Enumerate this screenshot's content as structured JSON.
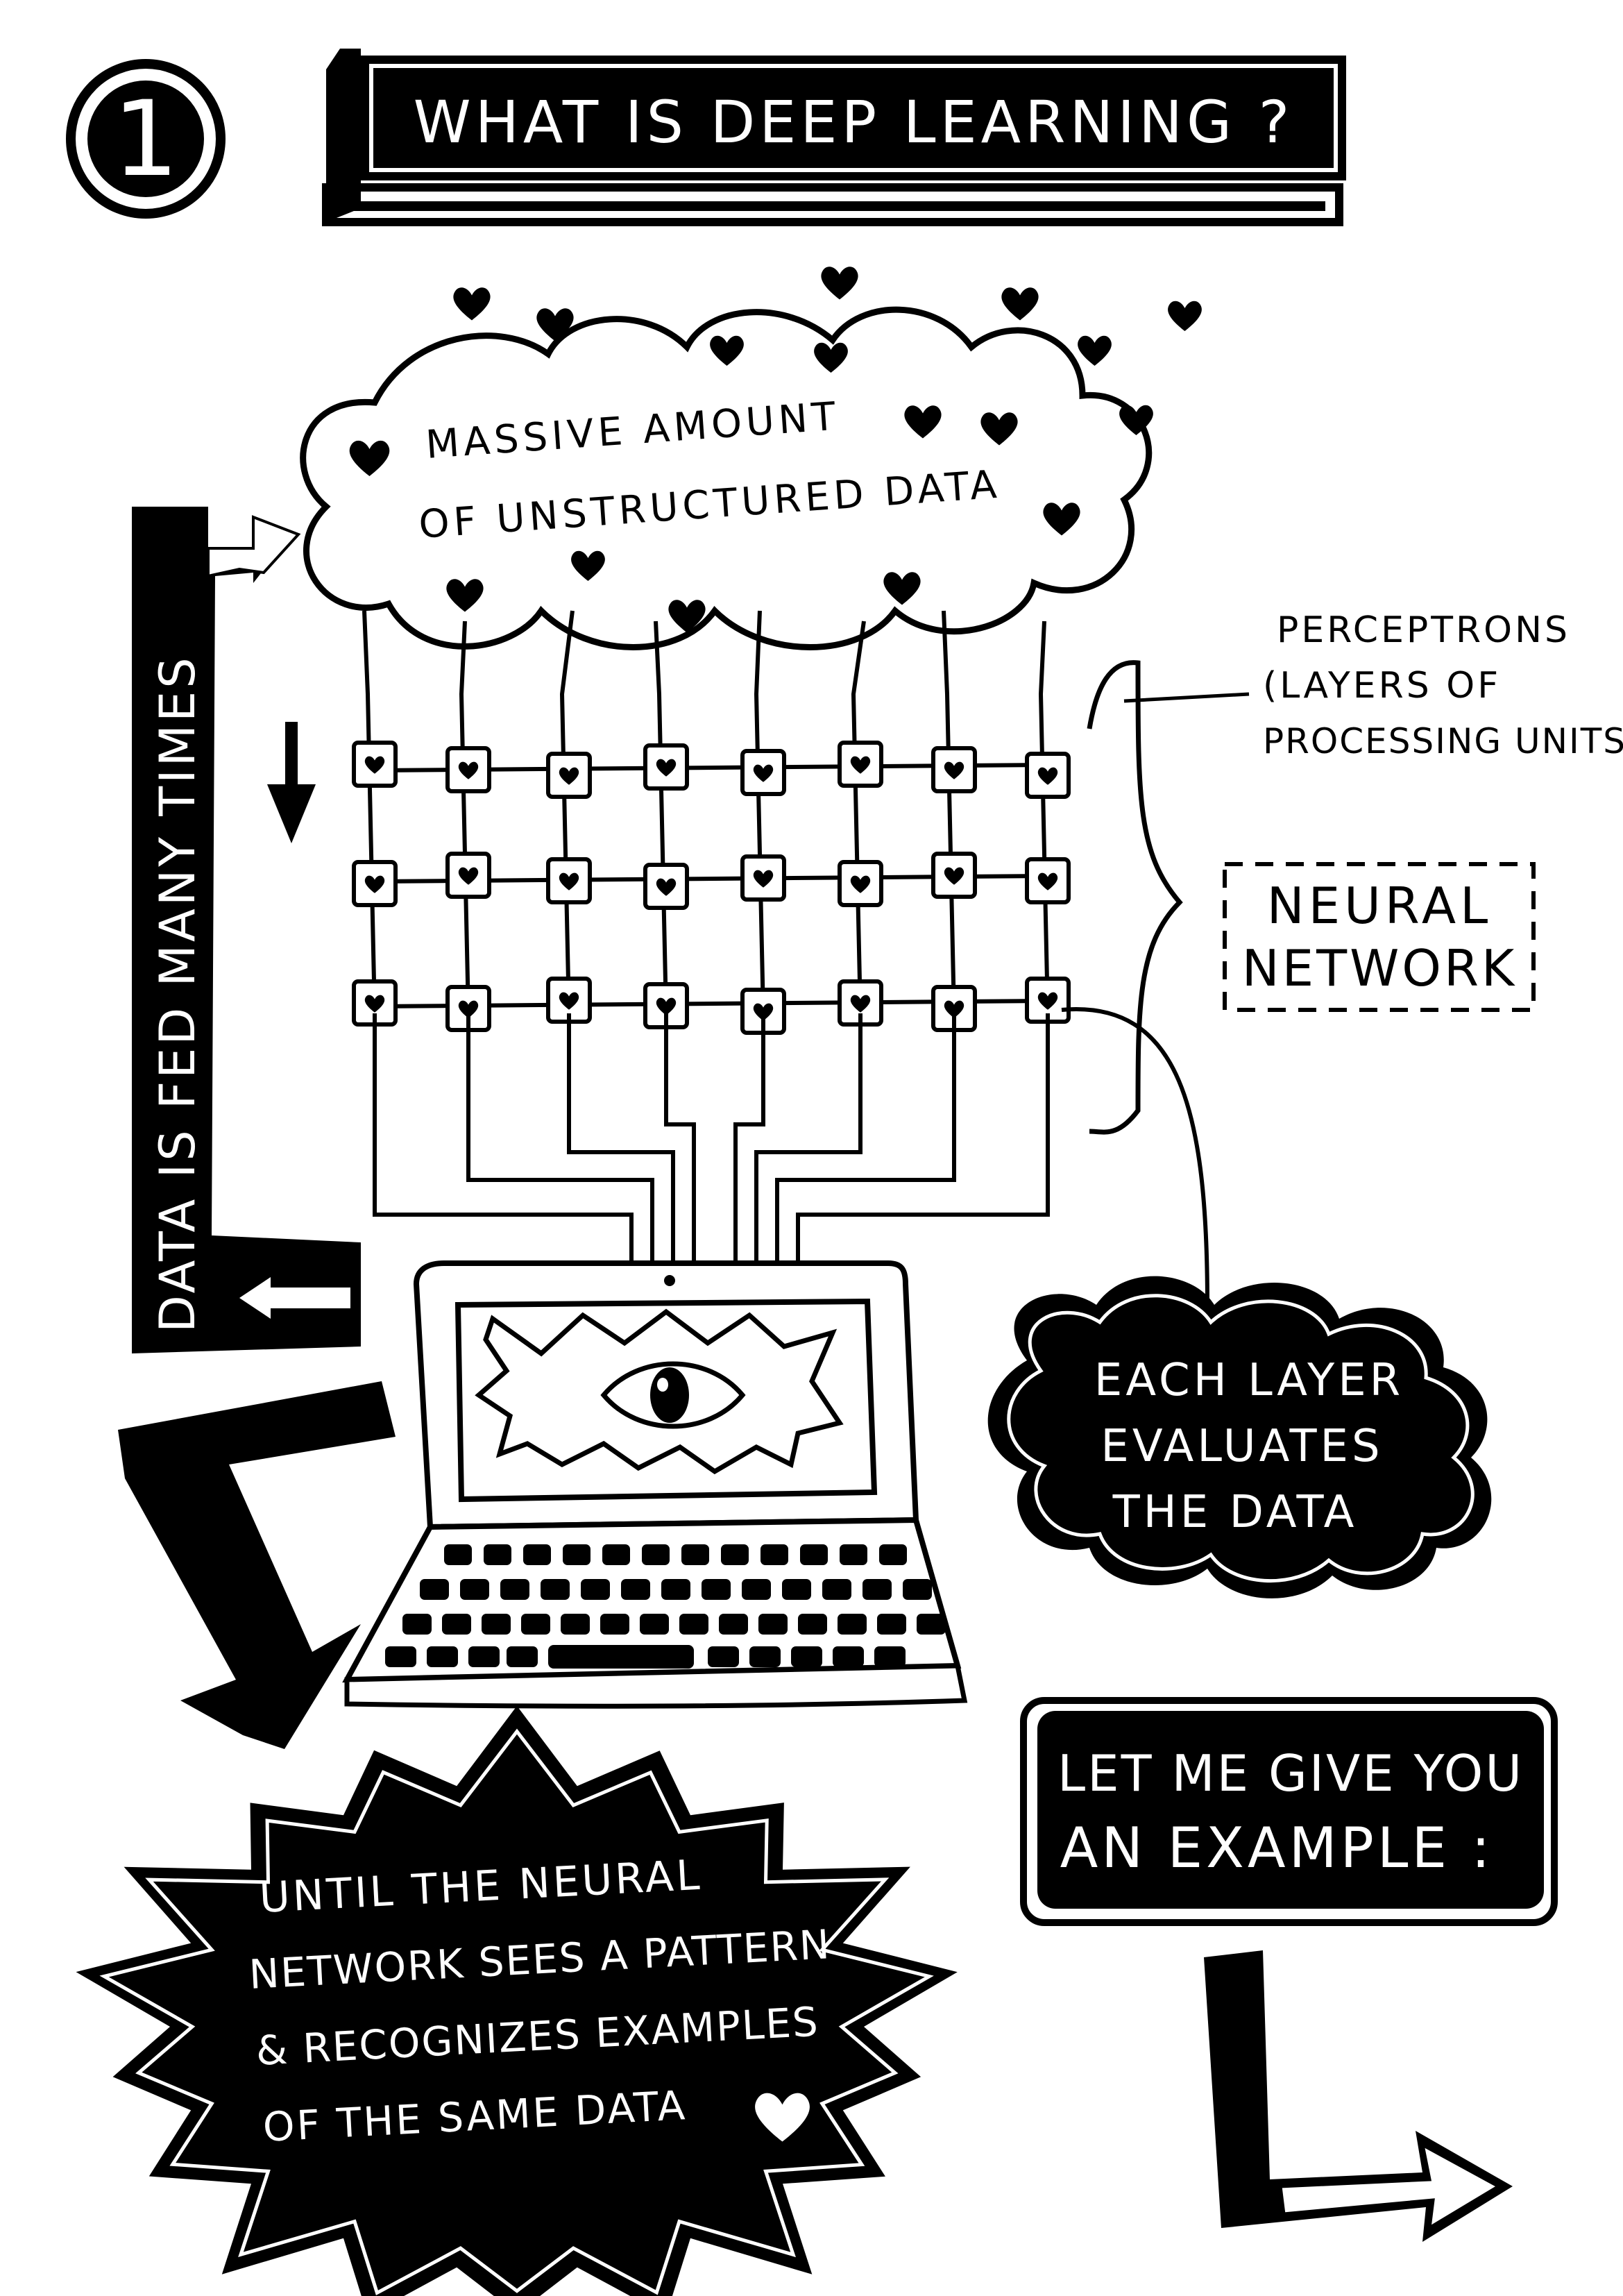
{
  "page": {
    "number": "1",
    "title": "WHAT IS DEEP LEARNING ?"
  },
  "cloud": {
    "line1": "MASSIVE AMOUNT",
    "line2": "OF UNSTRUCTURED DATA"
  },
  "feedback": {
    "label": "DATA IS FED MANY TIMES"
  },
  "perceptrons": {
    "line1": "PERCEPTRONS",
    "line2": "(LAYERS OF",
    "line3": "PROCESSING UNITS)"
  },
  "neural_network": {
    "line1": "NEURAL",
    "line2": "NETWORK"
  },
  "evaluate": {
    "line1": "EACH LAYER",
    "line2": "EVALUATES",
    "line3": "THE DATA"
  },
  "example": {
    "line1": "LET ME GIVE YOU",
    "line2": "AN EXAMPLE :"
  },
  "pattern": {
    "line1": "UNTIL THE NEURAL",
    "line2": "NETWORK SEES A PATTERN",
    "line3": "& RECOGNIZES EXAMPLES",
    "line4": "OF THE SAME DATA"
  },
  "icons": [
    "heart-icon",
    "eye-icon",
    "laptop-icon",
    "arrow-icon"
  ],
  "colors": {
    "ink": "#000000",
    "paper": "#ffffff"
  }
}
